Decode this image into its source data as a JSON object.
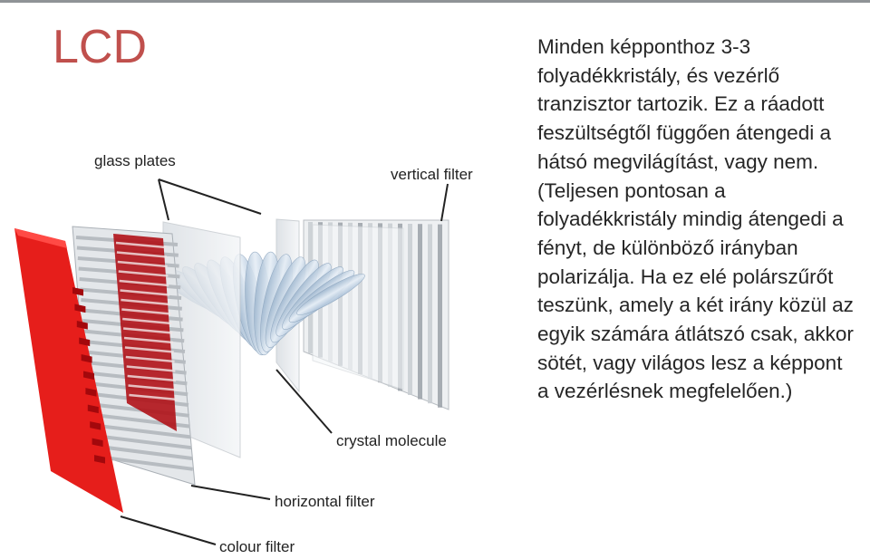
{
  "slide": {
    "title": "LCD",
    "body_text": "Minden képponthoz 3-3 folyadékkristály, és vezérlő tranzisztor tartozik. Ez a ráadott feszültségtől függően átengedi a hátsó megvilágítást, vagy nem. (Teljesen pontosan a folyadékkristály mindig átengedi a fényt, de különböző irányban polarizálja. Ha ez elé polárszűrőt teszünk, amely a két irány közül az egyik számára átlátszó csak, akkor sötét, vagy világos lesz a képpont a vezérlésnek megfelelően.)"
  },
  "diagram": {
    "labels": {
      "glass_plates": "glass plates",
      "vertical_filter": "vertical filter",
      "crystal_molecule": "crystal molecule",
      "horizontal_filter": "horizontal filter",
      "colour_filter": "colour filter"
    },
    "colors": {
      "colour_filter": "#e8201c",
      "dark_red": "#a50d14",
      "glass": "#e9ecef",
      "crystal": "#bcd0e4"
    }
  }
}
